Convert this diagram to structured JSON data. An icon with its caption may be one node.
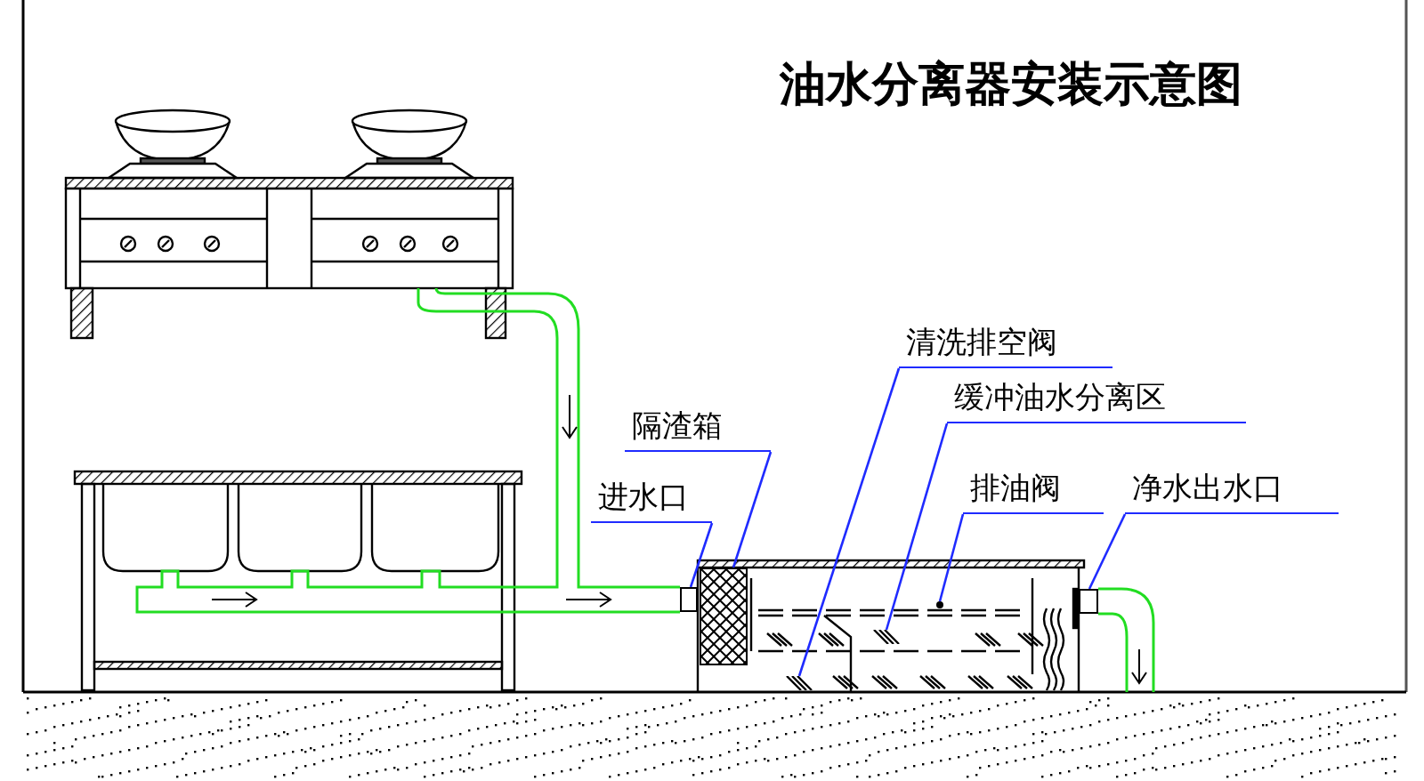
{
  "diagram": {
    "title": "油水分离器安装示意图",
    "nodes": [
      {
        "text": [
          "隔渣箱"
        ]
      },
      {
        "text": [
          "进水口"
        ]
      },
      {
        "text": [
          "清洗排空阀"
        ]
      },
      {
        "text": [
          "缓冲油水分离区"
        ]
      },
      {
        "text": [
          "排油阀"
        ]
      },
      {
        "text": [
          "净水出水口"
        ]
      },
      {
        "text": [],
        "shape": "box"
      },
      {
        "text": [],
        "shape": "box"
      },
      {
        "text": [],
        "shape": "box"
      },
      {
        "text": [],
        "shape": "box"
      },
      {
        "text": [],
        "shape": "circle"
      },
      {
        "text": [],
        "shape": "box"
      }
    ],
    "edges": [
      {
        "from": 0,
        "to": 6,
        "arrow": "none"
      },
      {
        "from": 1,
        "to": 7,
        "arrow": "none"
      },
      {
        "from": 2,
        "to": 8,
        "arrow": "none"
      },
      {
        "from": 3,
        "to": 9,
        "arrow": "none"
      },
      {
        "from": 4,
        "to": 10,
        "arrow": "none"
      },
      {
        "from": 5,
        "to": 11,
        "arrow": "none"
      }
    ]
  }
}
